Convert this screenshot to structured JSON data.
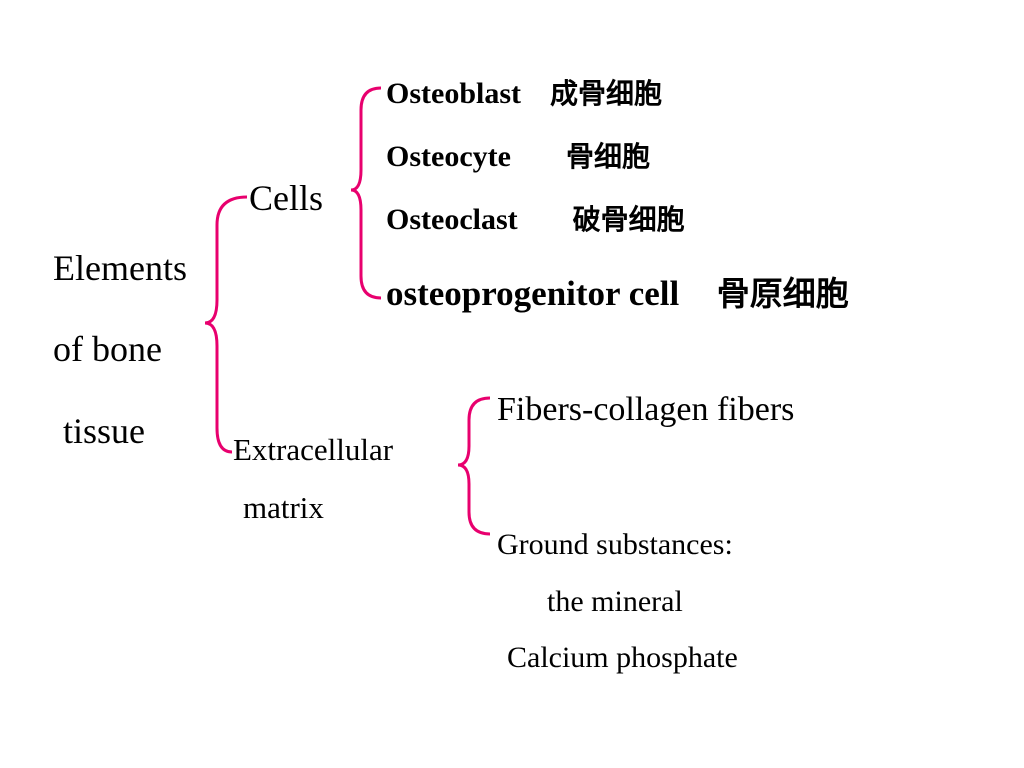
{
  "root": {
    "lines": [
      "Elements",
      "of bone",
      "tissue"
    ]
  },
  "branches": {
    "cells": {
      "label": "Cells",
      "items": [
        {
          "en": "Osteoblast",
          "cn": "成骨细胞"
        },
        {
          "en": "Osteocyte",
          "cn": "骨细胞"
        },
        {
          "en": "Osteoclast",
          "cn": "破骨细胞"
        },
        {
          "en": "osteoprogenitor cell",
          "cn": "骨原细胞"
        }
      ]
    },
    "matrix": {
      "label_lines": [
        "Extracellular",
        "matrix"
      ],
      "fibers": "Fibers-collagen fibers",
      "ground": {
        "title": "Ground substances:",
        "lines": [
          "the mineral",
          "Calcium phosphate"
        ]
      }
    }
  },
  "colors": {
    "brace": "#e8006e",
    "text": "#000000",
    "background": "#ffffff"
  }
}
